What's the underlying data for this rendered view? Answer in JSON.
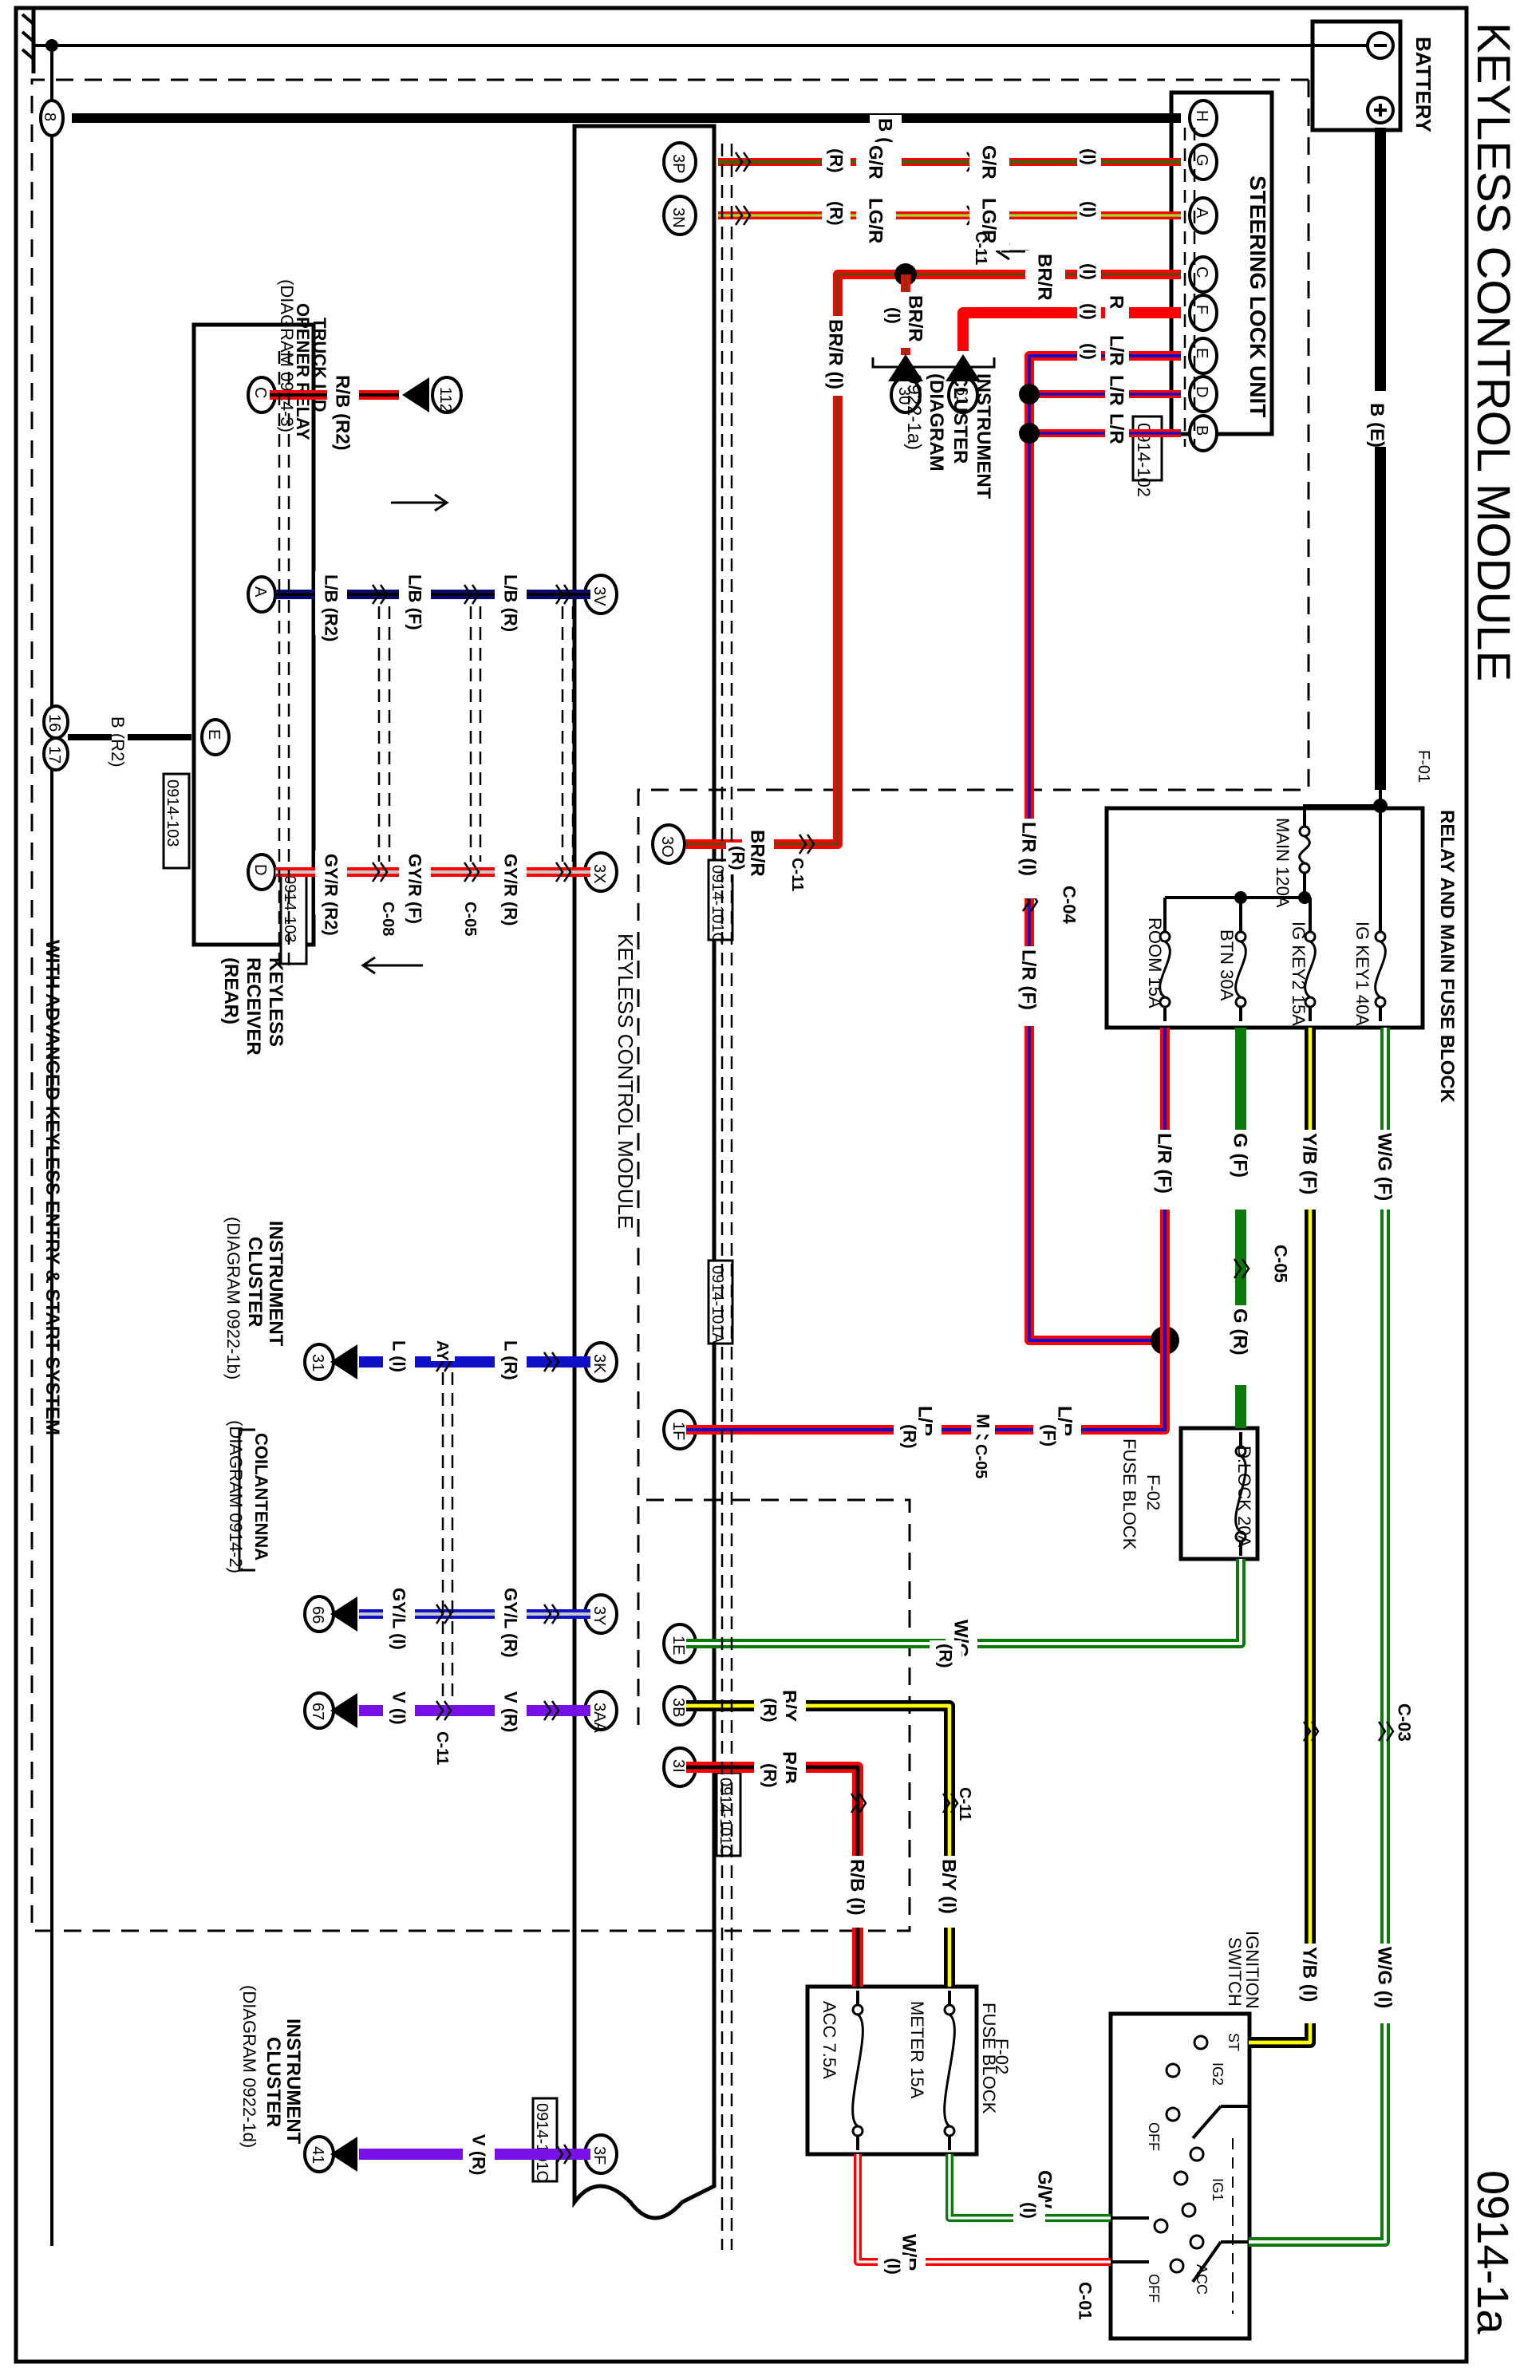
{
  "page": {
    "title": "KEYLESS CONTROL MODULE",
    "page_number": "0914-1a",
    "footer_note": "WITH ADVANCED KEYLESS ENTRY & START SYSTEM"
  },
  "colors": {
    "black": "#000000",
    "red": "#ff0000",
    "green": "#0a7a0a",
    "brown": "#7a3a10",
    "lime": "#9be22a",
    "blue": "#1010c8",
    "navy": "#0a0a70",
    "yellow": "#ffff00",
    "violet": "#7a10e8",
    "gray": "#c8c8c8"
  },
  "components": {
    "battery": {
      "label": "BATTERY",
      "neg": "−",
      "pos": "+"
    },
    "steering_lock_unit": {
      "label": "STEERING LOCK UNIT",
      "connector": "0914-102",
      "pins": [
        "H",
        "G",
        "A",
        "C",
        "F",
        "E",
        "D",
        "B"
      ]
    },
    "relay_main_fuse_block": {
      "label": "RELAY AND MAIN FUSE BLOCK",
      "connector": "F-01",
      "fuses": [
        "MAIN 120A",
        "IG KEY1 40A",
        "IG KEY2 15A",
        "BTN 30A",
        "ROOM  15A"
      ]
    },
    "f02_dlock": {
      "label_line1": "F-02",
      "label_line2": "FUSE BLOCK",
      "fuse": "D.LOCK 20A"
    },
    "f02_meter_acc": {
      "label_line1": "F-02",
      "label_line2": "FUSE BLOCK",
      "fuses": [
        "METER 15A",
        "ACC 7.5A"
      ]
    },
    "ignition_switch": {
      "label_line1": "IGNITION",
      "label_line2": "SWITCH",
      "positions": [
        "ST",
        "IG2",
        "OFF",
        "IG1",
        "ACC",
        "OFF"
      ],
      "connector": "C-01"
    },
    "keyless_control_module": {
      "label": "KEYLESS CONTROL MODULE",
      "pins": [
        "3P",
        "3N",
        "3O",
        "3V",
        "3X",
        "3K",
        "1F",
        "3Y",
        "1E",
        "3B",
        "3AA",
        "3I",
        "3F"
      ],
      "connectors": [
        "0914-101C",
        "0914-101A",
        "0914-101C",
        "0914-101C"
      ]
    },
    "keyless_receiver_rear": {
      "label_line1": "KEYLESS",
      "label_line2": "RECEIVER",
      "label_line3": "(REAR)",
      "pins": [
        "C",
        "A",
        "E",
        "D"
      ],
      "connectors": [
        "0914-103",
        "0914-103"
      ]
    },
    "truck_lid_relay": {
      "label_line1": "TRUCK LID",
      "label_line2": "OPENER RELAY",
      "label_line3": "(DIAGRAM 0914-3)",
      "ref": "112"
    },
    "instrument_cluster_a": {
      "label_line1": "INSTRUMENT",
      "label_line2": "CLUSTER",
      "label_line3": "(DIAGRAM",
      "label_line4": "0922-1a)",
      "refs": [
        "30",
        "61"
      ]
    },
    "instrument_cluster_b": {
      "label_line1": "INSTRUMENT",
      "label_line2": "CLUSTER",
      "label_line3": "(DIAGRAM 0922-1b)",
      "ref": "31"
    },
    "coil_antenna": {
      "label_line1": "COILANTENNA",
      "label_line2": "(DIAGRAM 0914-2)",
      "refs": [
        "66",
        "67"
      ]
    },
    "instrument_cluster_d": {
      "label_line1": "INSTRUMENT",
      "label_line2": "CLUSTER",
      "label_line3": "(DIAGRAM 0922-1d)",
      "ref": "41"
    },
    "ground_points": [
      "8",
      "16",
      "17"
    ]
  },
  "wires": {
    "batt_pos": "B (E)",
    "ground_H": "B (I)",
    "g_r_I": "G/R",
    "g_r_I2": "(I)",
    "g_r_R": "G/R",
    "g_r_R2": "(R)",
    "lg_r_I": "LG/R",
    "lg_r_I2": "(I)",
    "lg_r_R": "LG/R",
    "lg_r_R2": "(R)",
    "br_r_I": "BR/R",
    "br_r_I2": "(I)",
    "r_I": "R",
    "r_I2": "(I)",
    "l_r_E": "L/R",
    "l_r_D": "L/R",
    "l_r_B": "L/R",
    "l_r_i": "(I)",
    "br_r_branch": "BR/R",
    "br_r_branch2": "(I)",
    "br_r_long": "BR/R (I)",
    "br_r_R": "BR/R",
    "br_r_R2": "(R)",
    "c11": "C-11",
    "l_r_I_long": "L/R (I)",
    "c04": "C-04",
    "l_r_F_long": "L/R (F)",
    "fb_l_r": "L/R (F)",
    "fb_g": "G (F)",
    "fb_y_b": "Y/B (F)",
    "fb_w_g": "W/G (F)",
    "c05": "C-05",
    "g_r": "G (R)",
    "l_r_F": "L/R",
    "l_r_F2": "(F)",
    "m": "M",
    "l_r_R": "L/R",
    "l_r_R2": "(R)",
    "w_g_R": "W/G",
    "w_g_R2": "(R)",
    "c03": "C-03",
    "y_b_I": "Y/B (I)",
    "w_g_I": "W/G (I)",
    "b_y_R": "B/Y",
    "b_y_R2": "(R)",
    "r_b_R": "R/B",
    "r_b_R2": "(R)",
    "b_y_I": "B/Y (I)",
    "r_b_I": "R/B (I)",
    "g_w_I": "G/W",
    "g_w_I2": "(I)",
    "w_r_I": "W/R",
    "w_r_I2": "(I)",
    "c01": "C-01",
    "r_b_R2_w": "R/B (R2)",
    "l_b_R2": "L/B (R2)",
    "l_b_F": "L/B (F)",
    "l_b_R": "L/B (R)",
    "gy_r_R2": "GY/R (R2)",
    "gy_r_F": "GY/R (F)",
    "gy_r_R": "GY/R (R)",
    "c08": "C-08",
    "b_R2": "B (R2)",
    "l_R": "L (R)",
    "l_I": "L (I)",
    "ay": "AY",
    "gy_l_R": "GY/L (R)",
    "gy_l_I": "GY/L (I)",
    "v_R": "V (R)",
    "v_I": "V (I)",
    "v_R_3f": "V (R)"
  }
}
